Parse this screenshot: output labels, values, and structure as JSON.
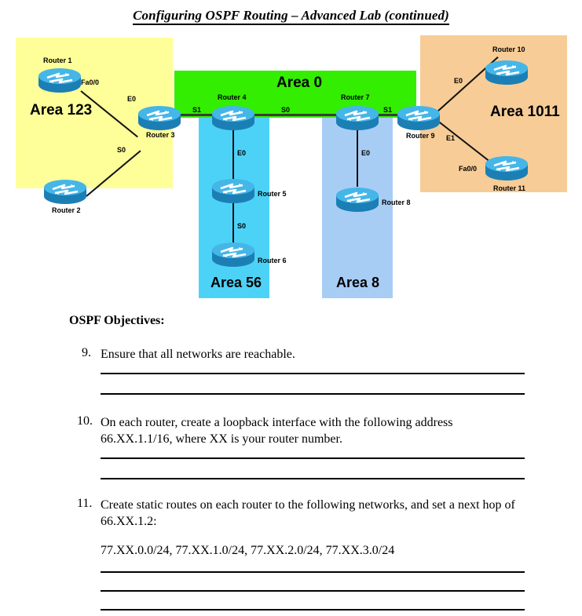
{
  "document": {
    "title": "Configuring OSPF Routing – Advanced Lab (continued)"
  },
  "diagram": {
    "areas": [
      {
        "id": "area-123",
        "label": "Area 123",
        "color": "#FFFF99"
      },
      {
        "id": "area-0",
        "label": "Area 0",
        "color": "#33EE00"
      },
      {
        "id": "area-1011",
        "label": "Area 1011",
        "color": "#F7CC96"
      },
      {
        "id": "area-56",
        "label": "Area 56",
        "color": "#4DD2F7"
      },
      {
        "id": "area-8",
        "label": "Area 8",
        "color": "#A8CDF5"
      }
    ],
    "routers": [
      {
        "id": "router-1",
        "name": "Router 1",
        "area": "Area 123"
      },
      {
        "id": "router-2",
        "name": "Router 2",
        "area": "Area 123"
      },
      {
        "id": "router-3",
        "name": "Router 3",
        "area": "Area 123"
      },
      {
        "id": "router-4",
        "name": "Router 4",
        "area": "Area 0"
      },
      {
        "id": "router-5",
        "name": "Router 5",
        "area": "Area 56"
      },
      {
        "id": "router-6",
        "name": "Router 6",
        "area": "Area 56"
      },
      {
        "id": "router-7",
        "name": "Router 7",
        "area": "Area 0"
      },
      {
        "id": "router-8",
        "name": "Router 8",
        "area": "Area 8"
      },
      {
        "id": "router-9",
        "name": "Router 9",
        "area": "Area 1011"
      },
      {
        "id": "router-10",
        "name": "Router 10",
        "area": "Area 1011"
      },
      {
        "id": "router-11",
        "name": "Router 11",
        "area": "Area 1011"
      }
    ],
    "interfaces": [
      {
        "id": "if-r1-fa00",
        "label": "Fa0/0",
        "router": "Router 1"
      },
      {
        "id": "if-r3-e0",
        "label": "E0",
        "router": "Router 3"
      },
      {
        "id": "if-r3-s0",
        "label": "S0",
        "router": "Router 3"
      },
      {
        "id": "if-r4-s1",
        "label": "S1",
        "router": "Router 4"
      },
      {
        "id": "if-r4-s0",
        "label": "S0",
        "router": "Router 4"
      },
      {
        "id": "if-r4-e0",
        "label": "E0",
        "router": "Router 4"
      },
      {
        "id": "if-r5-s0",
        "label": "S0",
        "router": "Router 5"
      },
      {
        "id": "if-r7-e0",
        "label": "E0",
        "router": "Router 7"
      },
      {
        "id": "if-r7-s1",
        "label": "S1",
        "router": "Router 7"
      },
      {
        "id": "if-r9-e0",
        "label": "E0",
        "router": "Router 9"
      },
      {
        "id": "if-r9-e1",
        "label": "E1",
        "router": "Router 9"
      },
      {
        "id": "if-r11-fa00",
        "label": "Fa0/0",
        "router": "Router 11"
      }
    ]
  },
  "objectives": {
    "heading": "OSPF Objectives:",
    "items": [
      {
        "number": "9.",
        "text": "Ensure that all networks are reachable.",
        "answer_lines": 2
      },
      {
        "number": "10.",
        "text": "On each router, create a loopback interface with the following address 66.XX.1.1/16, where XX is your router number.",
        "answer_lines": 2
      },
      {
        "number": "11.",
        "text": "Create static routes on each router to the following networks, and set a next hop of 66.XX.1.2:",
        "detail": "77.XX.0.0/24, 77.XX.1.0/24, 77.XX.2.0/24, 77.XX.3.0/24",
        "answer_lines": 3
      }
    ]
  }
}
